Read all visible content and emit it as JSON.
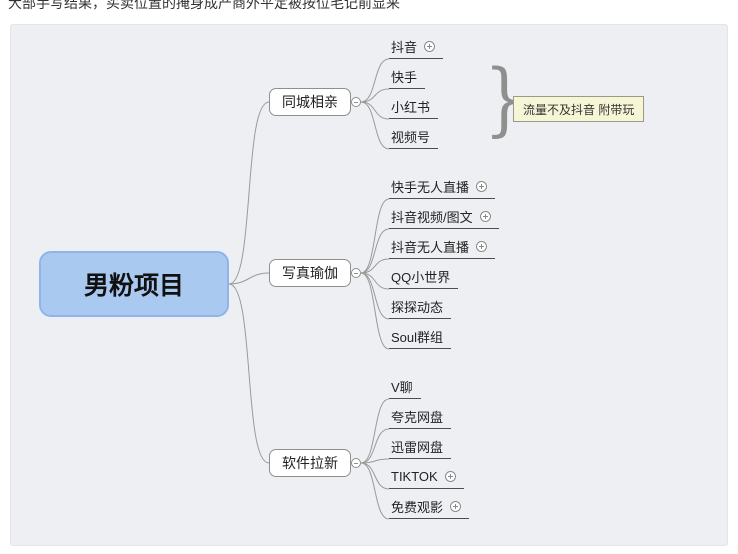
{
  "top_note": "大部手写结果，买卖位置的掩身成产商外平定被按位毛记前显来",
  "root": {
    "label": "男粉项目"
  },
  "branches": [
    {
      "label": "同城相亲",
      "children": [
        {
          "label": "抖音",
          "expandable": true
        },
        {
          "label": "快手",
          "expandable": false
        },
        {
          "label": "小红书",
          "expandable": false
        },
        {
          "label": "视频号",
          "expandable": false
        }
      ],
      "note": {
        "text": "流量不及抖音 附带玩"
      }
    },
    {
      "label": "写真瑜伽",
      "children": [
        {
          "label": "快手无人直播",
          "expandable": true
        },
        {
          "label": "抖音视频/图文",
          "expandable": true
        },
        {
          "label": "抖音无人直播",
          "expandable": true
        },
        {
          "label": "QQ小世界",
          "expandable": false
        },
        {
          "label": "探探动态",
          "expandable": false
        },
        {
          "label": "Soul群组",
          "expandable": false
        }
      ]
    },
    {
      "label": "软件拉新",
      "children": [
        {
          "label": "V聊",
          "expandable": false
        },
        {
          "label": "夸克网盘",
          "expandable": false
        },
        {
          "label": "迅雷网盘",
          "expandable": false
        },
        {
          "label": "TIKTOK",
          "expandable": true
        },
        {
          "label": "免费观影",
          "expandable": true
        }
      ]
    }
  ],
  "icons": {
    "expand": "plus-circle",
    "collapse": "minus-circle"
  },
  "colors": {
    "canvas_bg": "#edeff3",
    "root_fill": "#a9c9f1",
    "root_border": "#8fb4e8",
    "node_border": "#8f8f8f",
    "connector": "#9a9a9a",
    "leaf_underline": "#4d4d4d",
    "note_bg": "#f6f5d6"
  }
}
